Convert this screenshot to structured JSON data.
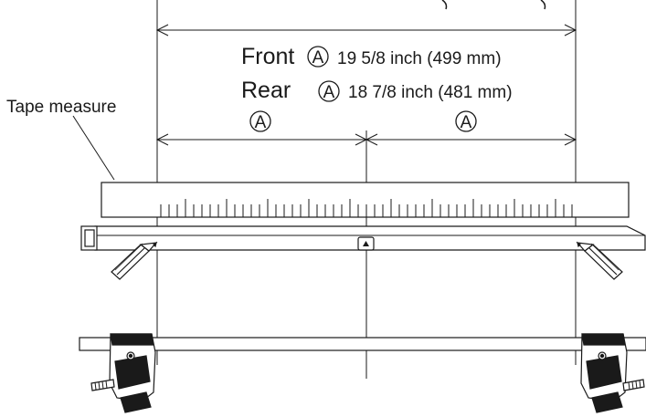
{
  "labels": {
    "tape_measure": "Tape measure",
    "front_label": "Front",
    "front_marker": "A",
    "front_measure": "19 5/8 inch (499 mm)",
    "rear_label": "Rear",
    "rear_marker": "A",
    "rear_measure": "18 7/8 inch (481 mm)",
    "half_left_marker": "A",
    "half_right_marker": "A",
    "center_marker": "▲"
  },
  "colors": {
    "line": "#1a1a1a",
    "fill": "#ffffff"
  }
}
